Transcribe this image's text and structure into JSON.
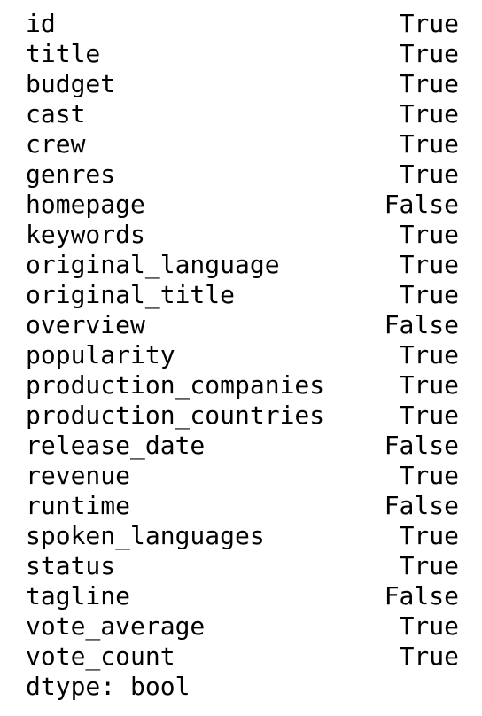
{
  "series": [
    {
      "key": "id",
      "value": "True"
    },
    {
      "key": "title",
      "value": "True"
    },
    {
      "key": "budget",
      "value": "True"
    },
    {
      "key": "cast",
      "value": "True"
    },
    {
      "key": "crew",
      "value": "True"
    },
    {
      "key": "genres",
      "value": "True"
    },
    {
      "key": "homepage",
      "value": "False"
    },
    {
      "key": "keywords",
      "value": "True"
    },
    {
      "key": "original_language",
      "value": "True"
    },
    {
      "key": "original_title",
      "value": "True"
    },
    {
      "key": "overview",
      "value": "False"
    },
    {
      "key": "popularity",
      "value": "True"
    },
    {
      "key": "production_companies",
      "value": "True"
    },
    {
      "key": "production_countries",
      "value": "True"
    },
    {
      "key": "release_date",
      "value": "False"
    },
    {
      "key": "revenue",
      "value": "True"
    },
    {
      "key": "runtime",
      "value": "False"
    },
    {
      "key": "spoken_languages",
      "value": "True"
    },
    {
      "key": "status",
      "value": "True"
    },
    {
      "key": "tagline",
      "value": "False"
    },
    {
      "key": "vote_average",
      "value": "True"
    },
    {
      "key": "vote_count",
      "value": "True"
    }
  ],
  "dtype_line": "dtype: bool"
}
